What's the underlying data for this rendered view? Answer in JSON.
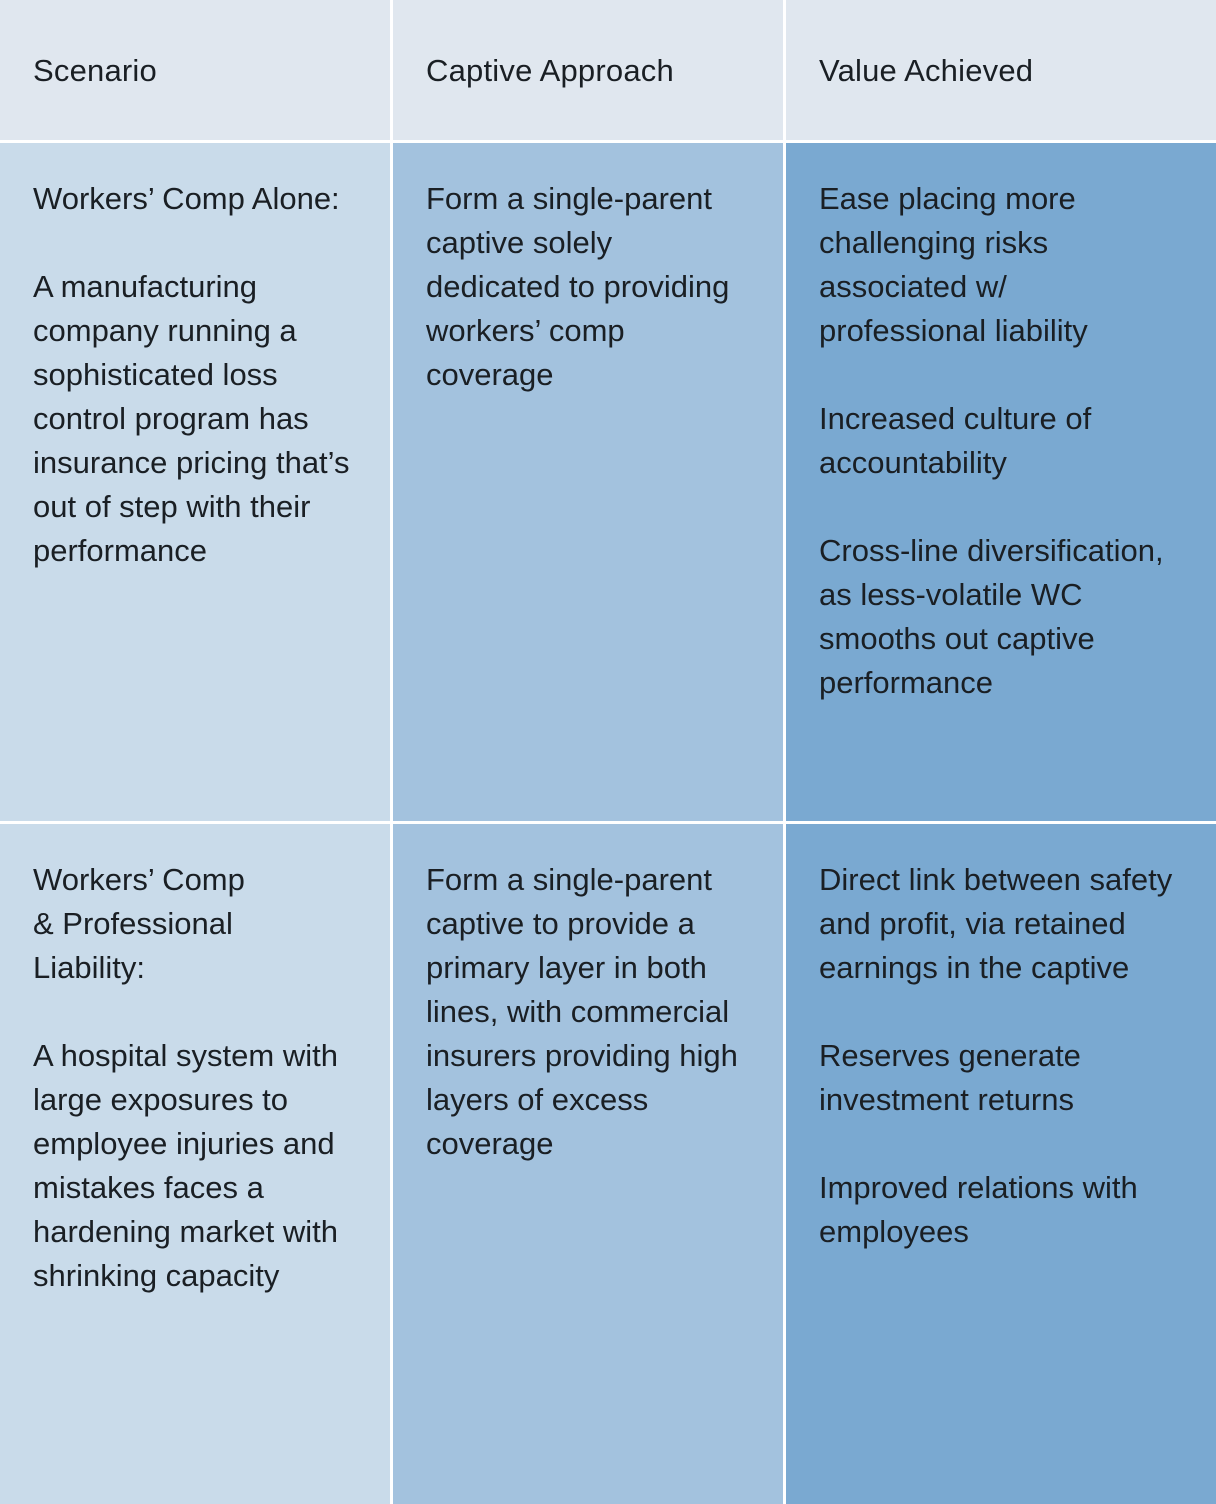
{
  "headers": [
    "Scenario",
    "Captive Approach",
    "Value Achieved"
  ],
  "rows": [
    {
      "scenario": {
        "title": "Workers’ Comp Alone:",
        "description": "A manufacturing company running a sophisticated loss control program has insurance pricing that’s out of step with their performance"
      },
      "approach": "Form a single-parent captive solely dedicated to providing workers’ comp coverage",
      "values": [
        "Ease placing more challenging risks associated w/ professional liability",
        "Increased culture of accountability",
        "Cross-line diversification, as less-volatile WC smooths out captive performance"
      ]
    },
    {
      "scenario": {
        "title": "Workers’ Comp & Professional Liability:",
        "description": "A hospital system with large exposures to employee injuries and mistakes faces a hardening market with shrinking capacity"
      },
      "approach": "Form a single-parent captive to provide a primary layer in both lines, with commercial insurers providing high layers of excess coverage",
      "values": [
        "Direct link between safety and profit, via retained earnings in the captive",
        "Reserves generate investment returns",
        "Improved relations with employees"
      ]
    }
  ]
}
